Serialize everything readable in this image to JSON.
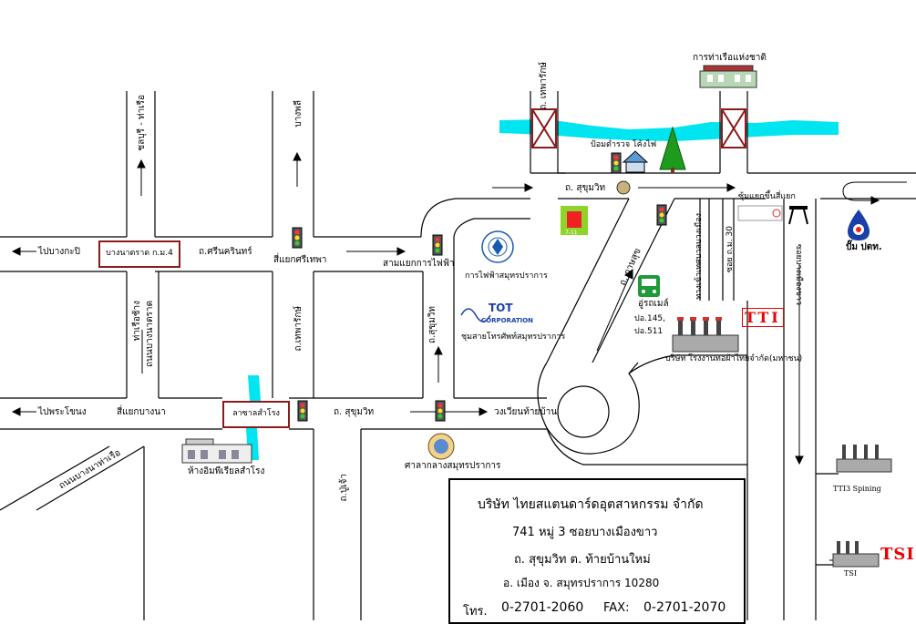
{
  "roads": {
    "chonburi_trat": "ชลบุรี - ท่าเรือ",
    "bangphli": "บางพลี",
    "to_bangkapi": "ไปบางกะปิ",
    "bangna_km4": "บางนาตราด ก.ม.4",
    "srinakarin": "ถ.ศรีนครินทร์",
    "theparak_junction": "สี่แยกศรีเทพา",
    "power_junction": "สามแยกการไฟฟ้า",
    "sukhumvit_top": "ถ. สุขุมวิท",
    "thepharak": "ถ. เทพารักษ์",
    "chang_pier": "ท่าเรือช้าง",
    "bangna_trat_hwy": "ถนนบางนาตราด",
    "thepharak_left": "ถ.เทพารักษ์",
    "sukhumvit_mid": "ถ.สุขุมวิท",
    "to_phrapradaeng": "ไปพระโขนง",
    "bangna_junction": "สี่แยกบางนา",
    "lasalle": "ลาซาลสำโรง",
    "sukhumvit_main": "ถ. สุขุมวิท",
    "taiban_circle": "วงเวียนท้ายบ้าน",
    "bangkhu_road": "ถนนบางนาท่าเรือ",
    "pusuchao": "ถ.ปู่เจ้า",
    "kasem": "ถ. กาษสุข",
    "soi_bangmuang": "ทางเข้าเทศบาลบางเมือง",
    "soi_30": "ซอย ถ.ม. 30",
    "soi_bangmuangkhao": "ซอยบางเมืองขาว",
    "junction_right": "ซุ้มแยกขึ้นสี่แยก",
    "pomtat": "ป้อมตำรวจ โค้งไฟ"
  },
  "landmarks": {
    "navy_school": "การท่าเรือแห่งชาติ",
    "pea": "การไฟฟ้าสมุทรปราการ",
    "tot_logo": "TOT",
    "tot_sub": "CORPORATION",
    "tot_name": "ชุมสายโทรศัพท์สมุทรปราการ",
    "bus_stop": "อู่รถเมล์",
    "bus_lines": "ปอ.145,",
    "bus_lines2": "ปอ.511",
    "factory_tti": "TTI",
    "factory_tti_name": "บริษัท โรงงานทอผ้าไทยจำกัด(มหาชน)",
    "imperial": "ห้างอิมพีเรียลสำโรง",
    "city_hall": "ศาลากลางสมุทรปราการ",
    "ptt": "ปั๊ม ปตท.",
    "tti3": "TTI3 Spining",
    "tsi": "TSI",
    "tsi_label": "TSI",
    "seven": "7-11"
  },
  "company": {
    "name": "บริษัท ไทยสแตนดาร์ดอุตสาหกรรม จำกัด",
    "address1": "741 หมู่ 3 ซอยบางเมืองขาว",
    "address2": "ถ. สุขุมวิท ต. ท้ายบ้านใหม่",
    "address3": "อ. เมือง จ. สมุทรปราการ 10280",
    "tel_label": "โทร.",
    "tel": "0-2701-2060",
    "fax_label": "FAX:",
    "fax": "0-2701-2070"
  },
  "colors": {
    "river": "#00e5f0",
    "bridge": "#8b1a1a",
    "tsi_red": "#ee1111",
    "ptt_blue": "#1a3fa8"
  }
}
